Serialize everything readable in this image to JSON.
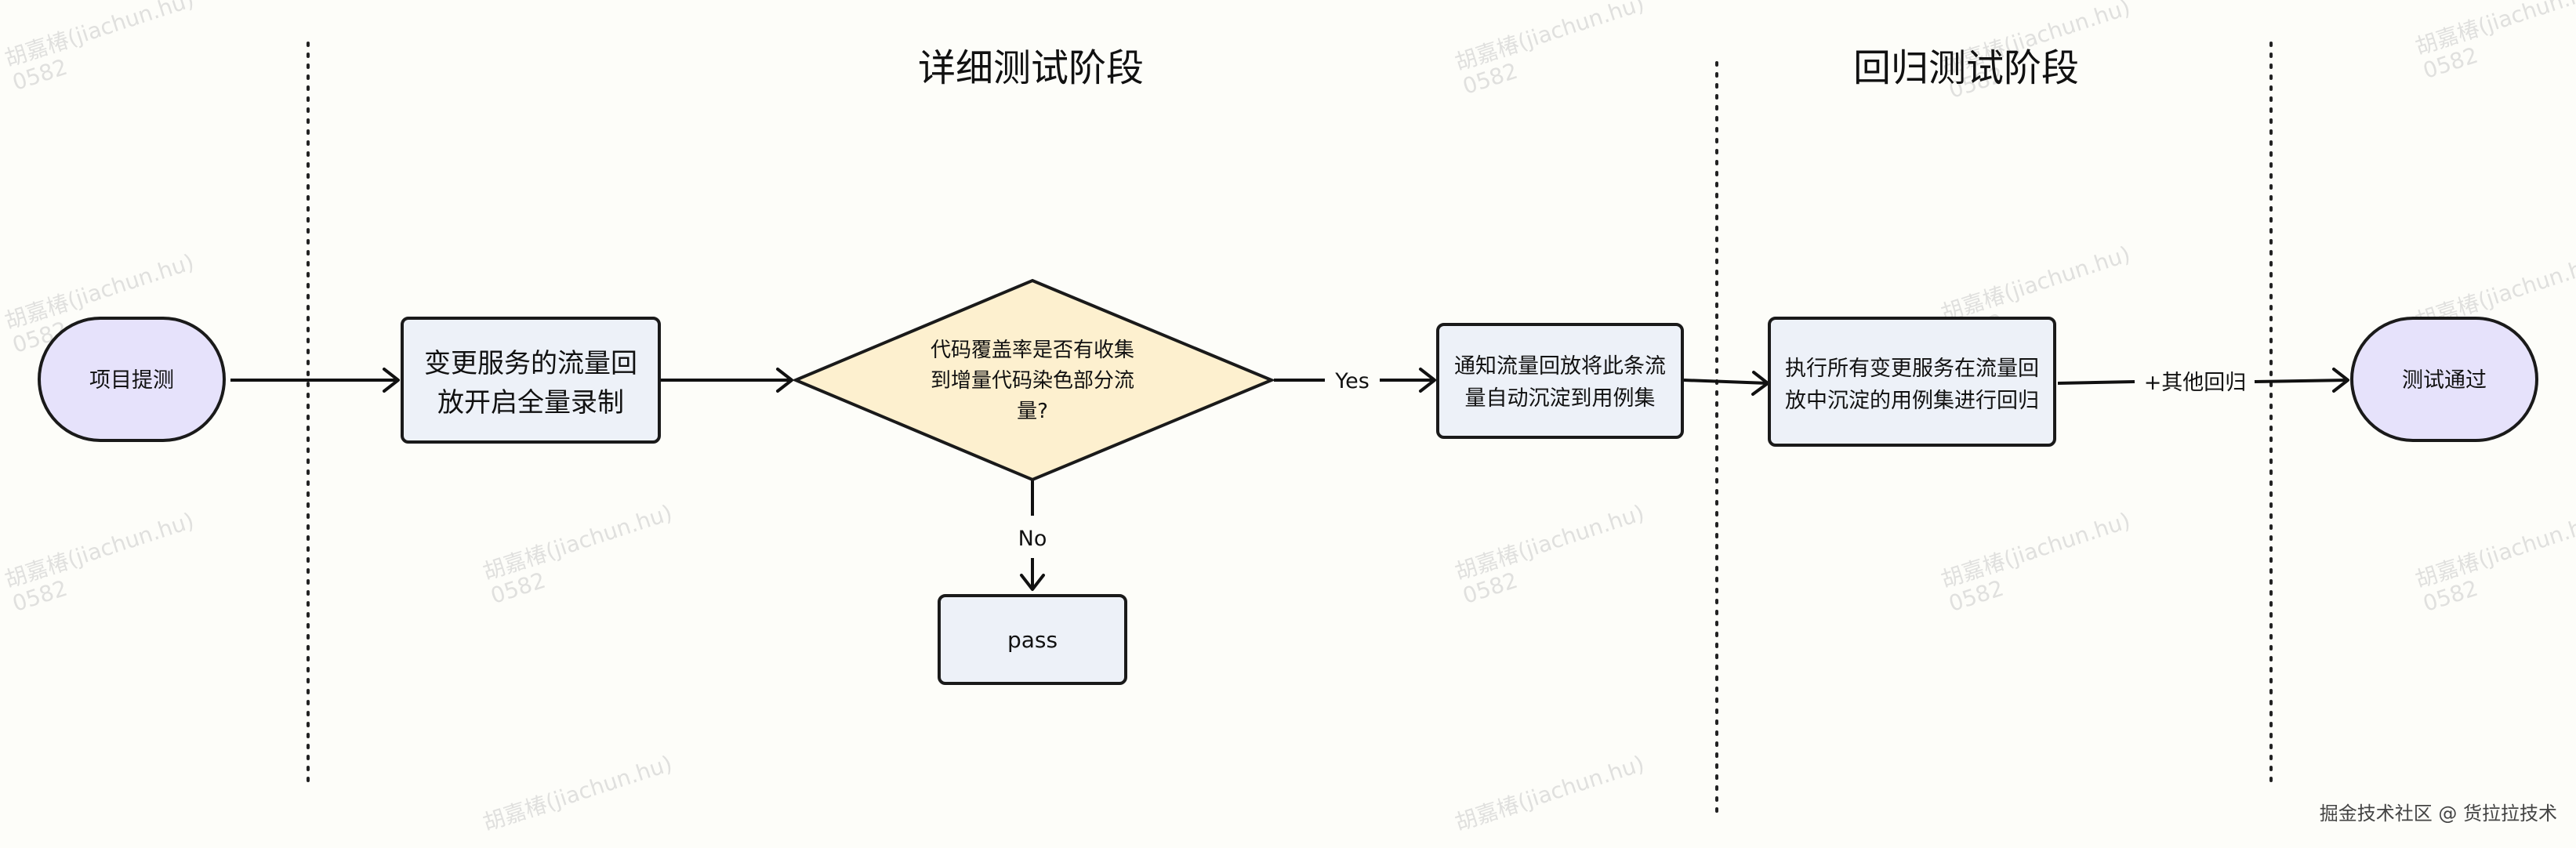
{
  "phases": {
    "detail": "详细测试阶段",
    "regression": "回归测试阶段"
  },
  "nodes": {
    "start": "项目提测",
    "record": [
      "变更服务的流量回",
      "放开启全量录制"
    ],
    "decision": [
      "代码覆盖率是否有收集",
      "到增量代码染色部分流",
      "量?"
    ],
    "pass": "pass",
    "notify": [
      "通知流量回放将此条流",
      "量自动沉淀到用例集"
    ],
    "execute": [
      "执行所有变更服务在流量回",
      "放中沉淀的用例集进行回归"
    ],
    "end": "测试通过"
  },
  "edges": {
    "yes": "Yes",
    "no": "No",
    "other_regression": "+其他回归"
  },
  "watermark": {
    "name": "胡嘉椿(jiachun.hu)",
    "id": "0582"
  },
  "footer": "掘金技术社区 @ 货拉拉技术",
  "colors": {
    "terminal_fill": "#e6e2fb",
    "process_fill": "#edf1f8",
    "decision_fill": "#fdf0cf",
    "stroke": "#1a1a1a",
    "background": "#fdfdf9"
  }
}
